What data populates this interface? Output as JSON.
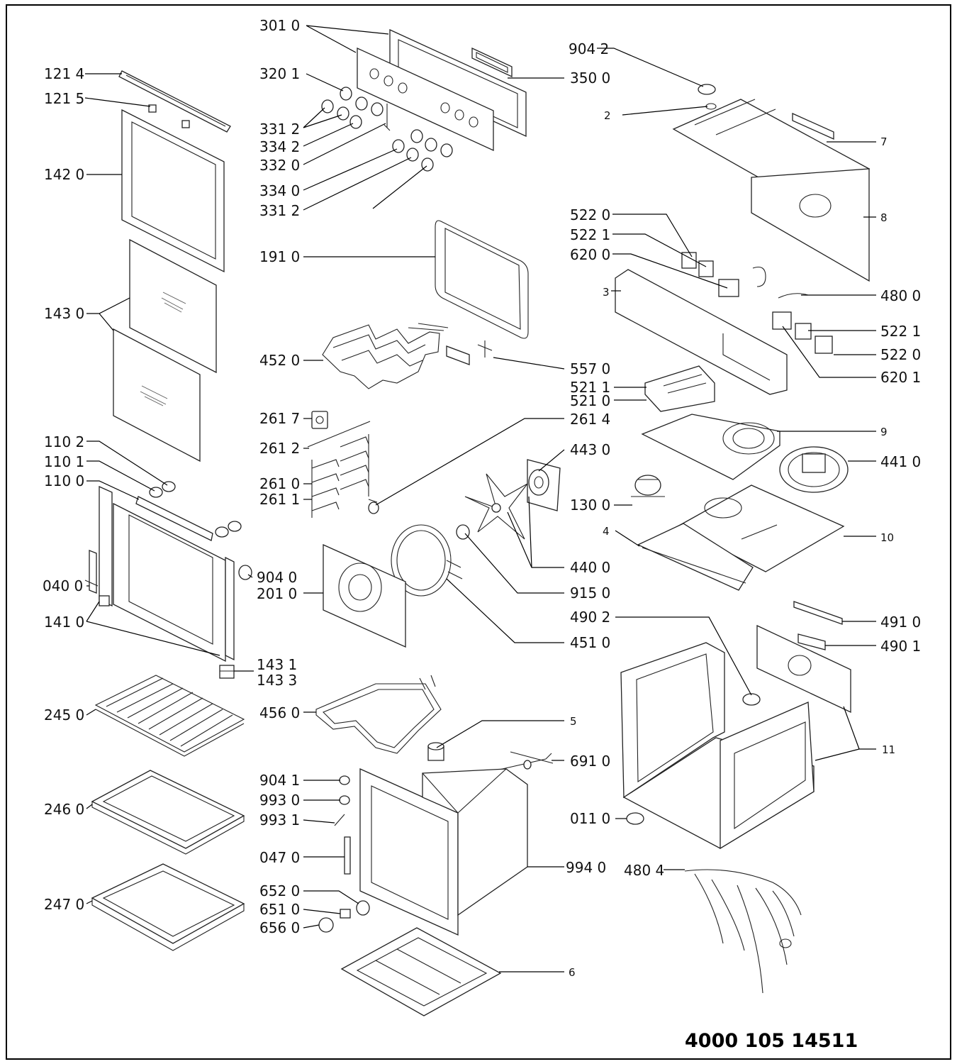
{
  "labels": {
    "p301_0": "301 0",
    "p320_1": "320 1",
    "p331_2a": "331 2",
    "p334_2": "334 2",
    "p332_0": "332 0",
    "p334_0": "334 0",
    "p331_2b": "331 2",
    "p350_0": "350 0",
    "p904_2": "904 2",
    "p2": "2",
    "p7": "7",
    "p8": "8",
    "p121_4": "121 4",
    "p121_5": "121 5",
    "p142_0": "142 0",
    "p143_0": "143 0",
    "p191_0": "191 0",
    "p522_0a": "522 0",
    "p522_1a": "522 1",
    "p620_0": "620 0",
    "p3": "3",
    "p480_0": "480 0",
    "p522_1b": "522 1",
    "p522_0b": "522 0",
    "p620_1": "620 1",
    "p452_0": "452 0",
    "p557_0": "557 0",
    "p521_1": "521 1",
    "p521_0": "521 0",
    "p261_7": "261 7",
    "p261_4": "261 4",
    "p261_2": "261 2",
    "p9": "9",
    "p443_0": "443 0",
    "p441_0": "441 0",
    "p110_2": "110 2",
    "p110_1": "110 1",
    "p110_0": "110 0",
    "p261_0": "261 0",
    "p261_1": "261 1",
    "p130_0": "130 0",
    "p4": "4",
    "p10": "10",
    "p440_0": "440 0",
    "p040_0": "040 0",
    "p904_0": "904 0",
    "p201_0": "201 0",
    "p915_0": "915 0",
    "p141_0": "141 0",
    "p490_2": "490 2",
    "p491_0": "491 0",
    "p451_0": "451 0",
    "p490_1": "490 1",
    "p143_1": "143 1",
    "p143_3": "143 3",
    "p245_0": "245 0",
    "p456_0": "456 0",
    "p5": "5",
    "p11": "11",
    "p691_0": "691 0",
    "p904_1": "904 1",
    "p993_0": "993 0",
    "p246_0": "246 0",
    "p993_1": "993 1",
    "p011_0": "011 0",
    "p047_0": "047 0",
    "p994_0": "994 0",
    "p480_4": "480 4",
    "p652_0": "652 0",
    "p247_0": "247 0",
    "p651_0": "651 0",
    "p656_0": "656 0",
    "p6": "6"
  },
  "document_number": "4000 105 14511"
}
